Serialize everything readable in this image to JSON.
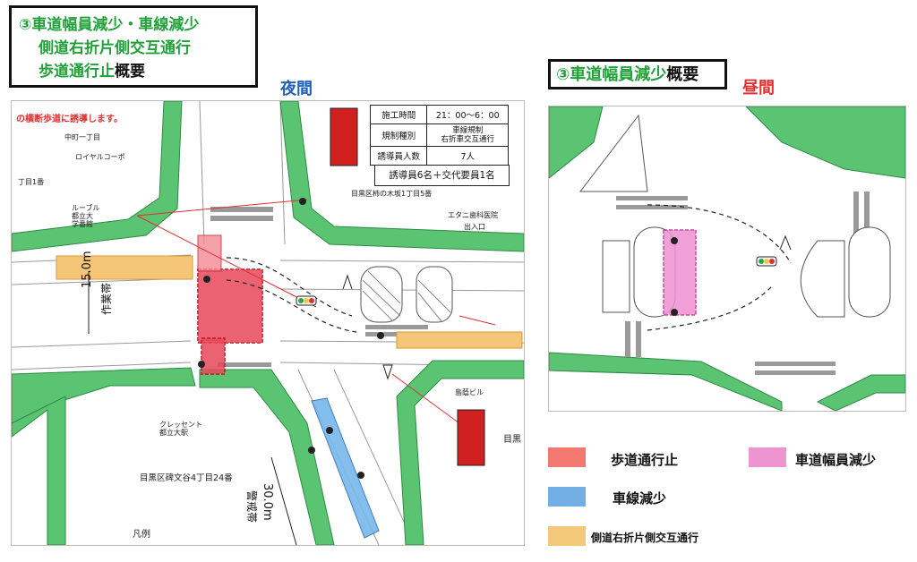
{
  "title_box": {
    "line1": "③車道幅員減少・車線減少",
    "line2": "側道右折片側交互通行",
    "line3_green": "歩道通行止",
    "line3_black": "概要"
  },
  "title_box_day": {
    "green": "③車道幅員減少",
    "black": "概要"
  },
  "labels": {
    "night": "夜間",
    "day": "昼間"
  },
  "night_map": {
    "note": "の横断歩道に誘導します。",
    "info_table": [
      {
        "label": "施工時間",
        "value": "21：00〜6：00"
      },
      {
        "label": "規制種別",
        "value": "車線規制\n右折車交互通行"
      },
      {
        "label": "誘導員人数",
        "value": "7人"
      }
    ],
    "guards_text": "誘導員6名＋交代要員1名",
    "places": [
      "中町一丁目",
      "ロイヤルコーポ",
      "丁目1番",
      "ルーブル\n都立大\n学番館",
      "目黒区柿の木坂1丁目5番",
      "エタニ歯科医院",
      "出入口",
      "島蔭ビル",
      "クレッセント\n都立大駅",
      "目黒区碑文谷4丁目24番",
      "目黒",
      "凡例"
    ],
    "dimensions": [
      "15.0m",
      "作業帯",
      "30.0m",
      "警戒帯"
    ]
  },
  "legend": {
    "items": [
      {
        "label": "歩道通行止",
        "color": "#f06058"
      },
      {
        "label": "車道幅員減少",
        "color": "#e870c0"
      },
      {
        "label": "車線減少",
        "color": "#5aa0e0"
      },
      {
        "label": "側道右折片側交互通行",
        "color": "#f0c060"
      }
    ]
  },
  "colors": {
    "road_green": "#5bc472",
    "sidewalk_red": "#e8485a",
    "lane_blue": "#77b8ea",
    "side_orange": "#f5c678",
    "daytime_pink": "#f090d2"
  }
}
